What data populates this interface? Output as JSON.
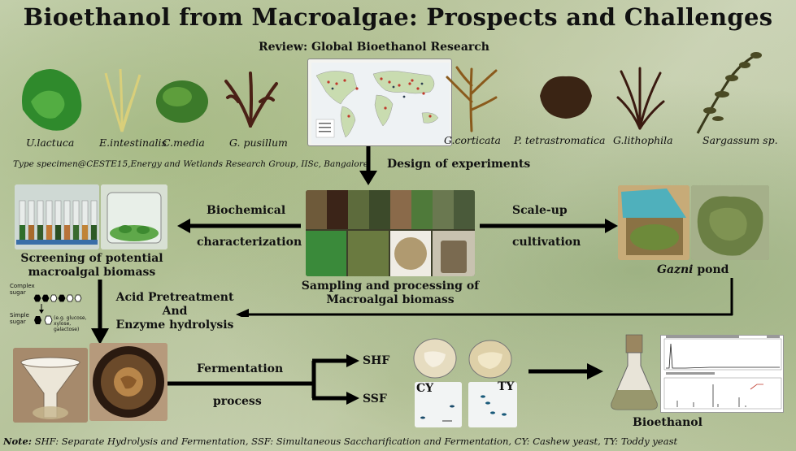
{
  "title": "Bioethanol from Macroalgae: Prospects and Challenges",
  "review_label": "Review: Global Bioethanol Research",
  "species_left": [
    "U.lactuca",
    "E.intestinalis",
    "C.media",
    "G. pusillum"
  ],
  "species_right": [
    "G.corticata",
    "P. tetrastromatica",
    "G.lithophila",
    "Sargassum sp."
  ],
  "type_specimen": "Type specimen@CESTE15,Energy and Wetlands Research Group, IISc, Bangalore",
  "design_label": "Design of experiments",
  "biochem_label_1": "Biochemical",
  "biochem_label_2": "characterization",
  "scaleup_label_1": "Scale-up",
  "scaleup_label_2": "cultivation",
  "screening_label_1": "Screening of potential",
  "screening_label_2": "macroalgal biomass",
  "sampling_label_1": "Sampling and processing of",
  "sampling_label_2": "Macroalgal biomass",
  "gazni_label_italic": "Gazni",
  "gazni_label_rest": " pond",
  "acid_label_1": "Acid Pretreatment",
  "acid_label_2": "And",
  "acid_label_3": "Enzyme hydrolysis",
  "complex_sugar": "Complex sugar",
  "simple_sugar": "Simple sugar",
  "sugar_examples": "(e.g. glucose, xylose, galactose)",
  "fermentation_label_1": "Fermentation",
  "fermentation_label_2": "process",
  "shf": "SHF",
  "ssf": "SSF",
  "cy": "CY",
  "ty": "TY",
  "bioethanol_label": "Bioethanol",
  "note_prefix": "Note:",
  "note_text": " SHF: Separate Hydrolysis and Fermentation, SSF: Simultaneous Saccharification and Fermentation, CY: Cashew yeast, TY: Toddy yeast",
  "colors": {
    "arrow": "#000000",
    "green_alga": "#2f8a2c",
    "brown_alga": "#4a2a16",
    "pond_green": "#5f7f3c"
  }
}
